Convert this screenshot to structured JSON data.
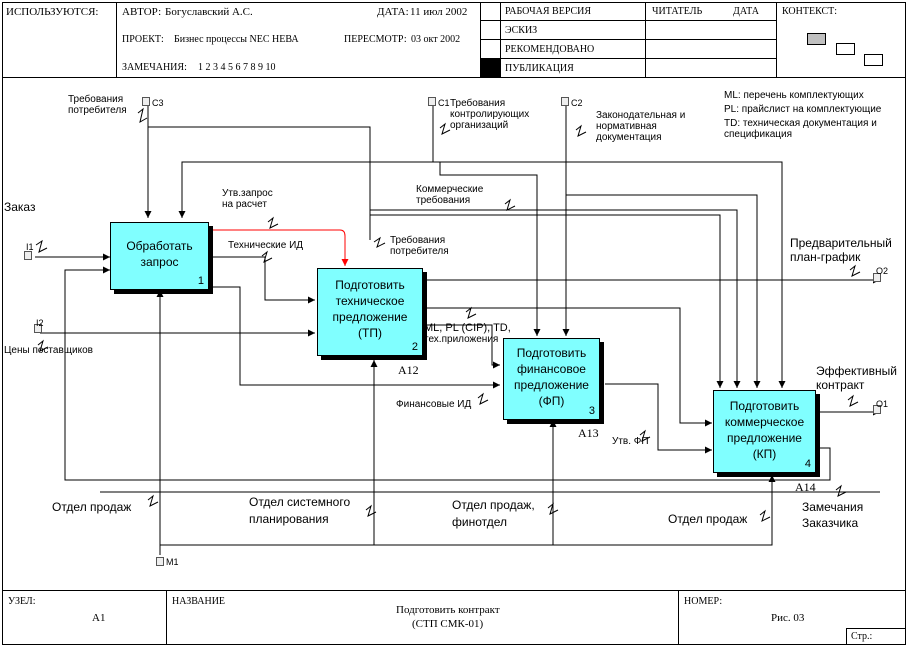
{
  "header": {
    "used_label": "ИСПОЛЬЗУЮТСЯ:",
    "author_label": "АВТОР:",
    "author_value": "Богуславский А.С.",
    "project_label": "ПРОЕКТ:",
    "project_value": "Бизнес процессы NEC НЕВА",
    "notes_label": "ЗАМЕЧАНИЯ:",
    "notes_value": "1  2  3  4  5  6  7  8  9  10",
    "date_label": "ДАТА:",
    "date_value": "11 июл 2002",
    "rev_label": "ПЕРЕСМОТР:",
    "rev_value": "03 окт 2002",
    "status_working": "РАБОЧАЯ ВЕРСИЯ",
    "status_draft": "ЭСКИЗ",
    "status_recommended": "РЕКОМЕНДОВАНО",
    "status_publication": "ПУБЛИКАЦИЯ",
    "reader_label": "ЧИТАТЕЛЬ",
    "reader_date_label": "ДАТА",
    "context_label": "КОНТЕКСТ:"
  },
  "footer": {
    "node_label": "УЗЕЛ:",
    "node_value": "А1",
    "name_label": "НАЗВАНИЕ",
    "name_line1": "Подготовить контракт",
    "name_line2": "(СТП СМК-01)",
    "number_label": "НОМЕР:",
    "number_value": "Рис. 03",
    "page_label": "Стр.:"
  },
  "legend": {
    "line1": "ML: перечень комплектующих",
    "line2": "PL: прайслист на комплектующие",
    "line3": "TD: техническая документация и",
    "line4": "спецификация"
  },
  "boxes": [
    {
      "l1": "Обработать",
      "l2": "запрос",
      "l3": "",
      "num": "1",
      "code": ""
    },
    {
      "l1": "Подготовить",
      "l2": "техническое",
      "l3": "предложение",
      "l4": "(ТП)",
      "num": "2",
      "code": "A12"
    },
    {
      "l1": "Подготовить",
      "l2": "финансовое",
      "l3": "предложение",
      "l4": "(ФП)",
      "num": "3",
      "code": "A13"
    },
    {
      "l1": "Подготовить",
      "l2": "коммерческое",
      "l3": "предложение",
      "l4": "(КП)",
      "num": "4",
      "code": "A14"
    }
  ],
  "labels": {
    "req_consumer": [
      "Требования",
      "потребителя"
    ],
    "c3": "C3",
    "c1": "C1",
    "req_control": [
      "Требования",
      "контролирующих",
      "организаций"
    ],
    "c2": "C2",
    "legislative": [
      "Законодательная и",
      "нормативная",
      "документация"
    ],
    "order": "Заказ",
    "i1": "I1",
    "i2": "I2",
    "suppliers_prices": "Цены поставщиков",
    "approved_request": [
      "Утв.запрос",
      "на расчет"
    ],
    "tech_id": "Технические ИД",
    "req_consumer2": [
      "Требования",
      "потребителя"
    ],
    "commercial_req": [
      "Коммерческие",
      "требования"
    ],
    "prelim_plan": [
      "Предварительный",
      "план-график"
    ],
    "o2": "O2",
    "ml_pl_td": [
      "ML, PL (CIP), TD,",
      "тех.приложения"
    ],
    "financial_id": "Финансовые ИД",
    "approved_fp": "Утв. ФП",
    "effective_contract": [
      "Эффективный",
      "контракт"
    ],
    "o1": "O1",
    "sales_dept": "Отдел продаж",
    "sys_planning": [
      "Отдел системного",
      "планирования"
    ],
    "sales_fin": [
      "Отдел продаж,",
      "финотдел"
    ],
    "sales_dept2": "Отдел продаж",
    "customer_notes": [
      "Замечания",
      "Заказчика"
    ],
    "m1": "M1"
  }
}
